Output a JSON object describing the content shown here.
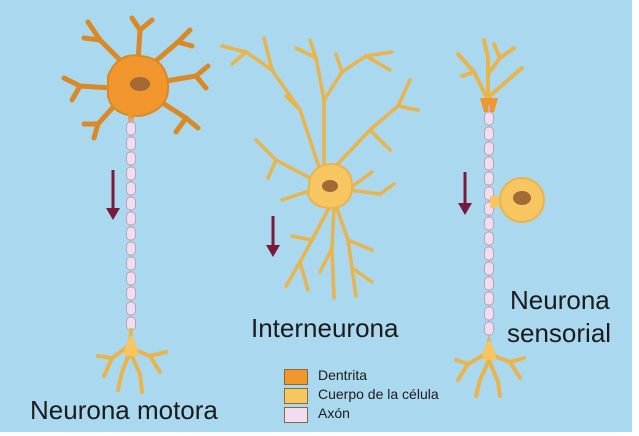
{
  "labels": {
    "motor": "Neurona motora",
    "inter": "Interneurona",
    "sensory_line1": "Neurona",
    "sensory_line2": "sensorial"
  },
  "legend": [
    {
      "label": "Dentrita",
      "color": "#f0962c"
    },
    {
      "label": "Cuerpo de la célula",
      "color": "#f7c660"
    },
    {
      "label": "Axón",
      "color": "#f2ddf0"
    }
  ],
  "colors": {
    "background": "#a9d8ef",
    "dendrite": "#f0962c",
    "cell_body": "#f7c660",
    "axon_segment": "#f2ddf0",
    "nucleus": "#a26a34",
    "arrow": "#7a1a3a"
  }
}
